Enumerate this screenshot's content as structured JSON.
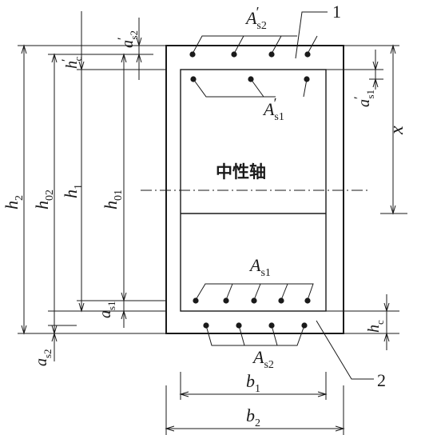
{
  "labels": {
    "As2_top": {
      "main": "A",
      "sub": "s2",
      "prime": "′"
    },
    "As1_top": {
      "main": "A",
      "sub": "s1",
      "prime": "′"
    },
    "As1_bot": {
      "main": "A",
      "sub": "s1"
    },
    "As2_bot": {
      "main": "A",
      "sub": "s2"
    },
    "a_s2_top": {
      "main": "a",
      "sub": "s2",
      "prime": "′"
    },
    "a_s1_top": {
      "main": "a",
      "sub": "s1",
      "prime": "′"
    },
    "hc_top": {
      "main": "h",
      "sub": "c",
      "prime": "′"
    },
    "hc_bot": {
      "main": "h",
      "sub": "c"
    },
    "h2": {
      "main": "h",
      "sub": "2"
    },
    "h02": {
      "main": "h",
      "sub": "02"
    },
    "h1": {
      "main": "h",
      "sub": "1"
    },
    "h01": {
      "main": "h",
      "sub": "01"
    },
    "a_s1_bot": {
      "main": "a",
      "sub": "s1"
    },
    "a_s2_bot": {
      "main": "a",
      "sub": "s2"
    },
    "x": "x",
    "b1": {
      "main": "b",
      "sub": "1"
    },
    "b2": {
      "main": "b",
      "sub": "2"
    },
    "neutral_axis": "中性轴",
    "callout_1": "1",
    "callout_2": "2"
  }
}
